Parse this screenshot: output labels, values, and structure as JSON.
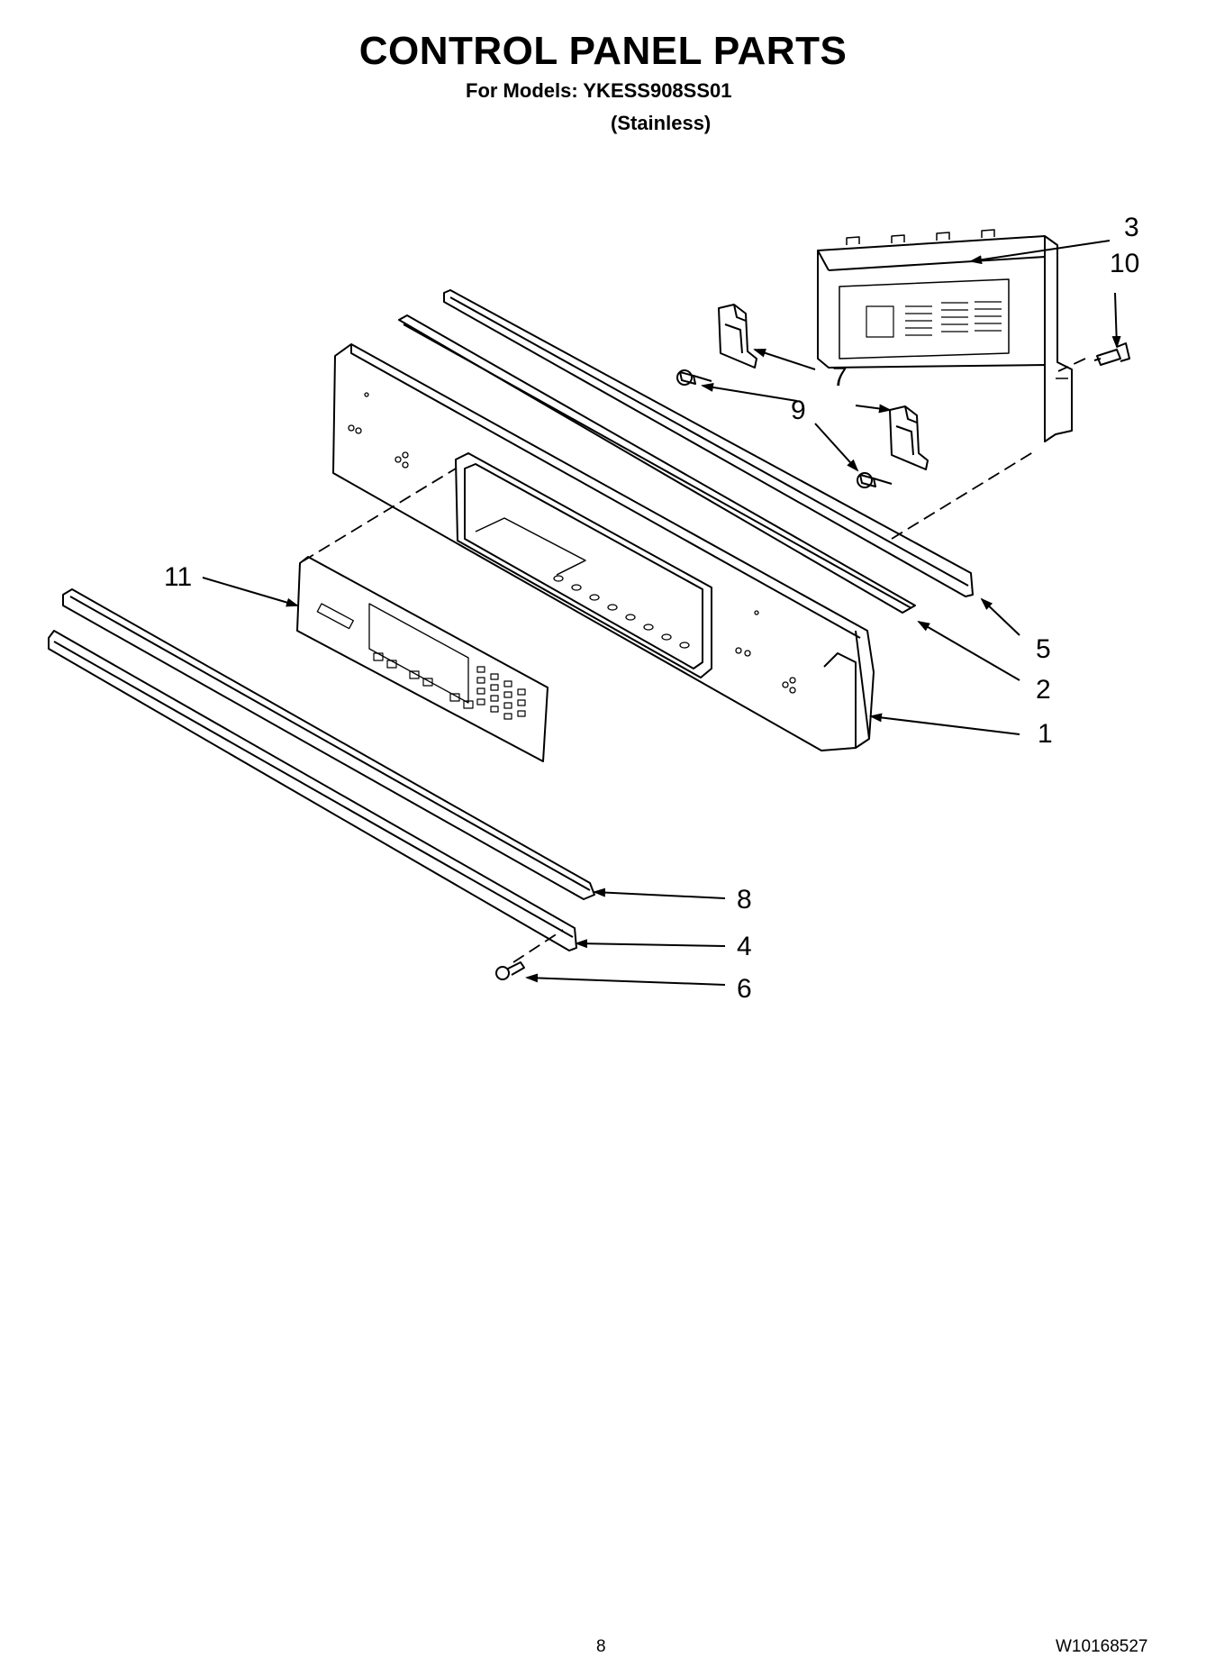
{
  "header": {
    "title": "CONTROL PANEL PARTS",
    "models_line": "For Models: YKESS908SS01",
    "finish": "(Stainless)"
  },
  "callouts": [
    "1",
    "2",
    "3",
    "4",
    "5",
    "6",
    "7",
    "8",
    "9",
    "10",
    "11"
  ],
  "footer": {
    "page_number": "8",
    "document_number": "W10168527"
  },
  "colors": {
    "line": "#000000",
    "background": "#ffffff"
  }
}
